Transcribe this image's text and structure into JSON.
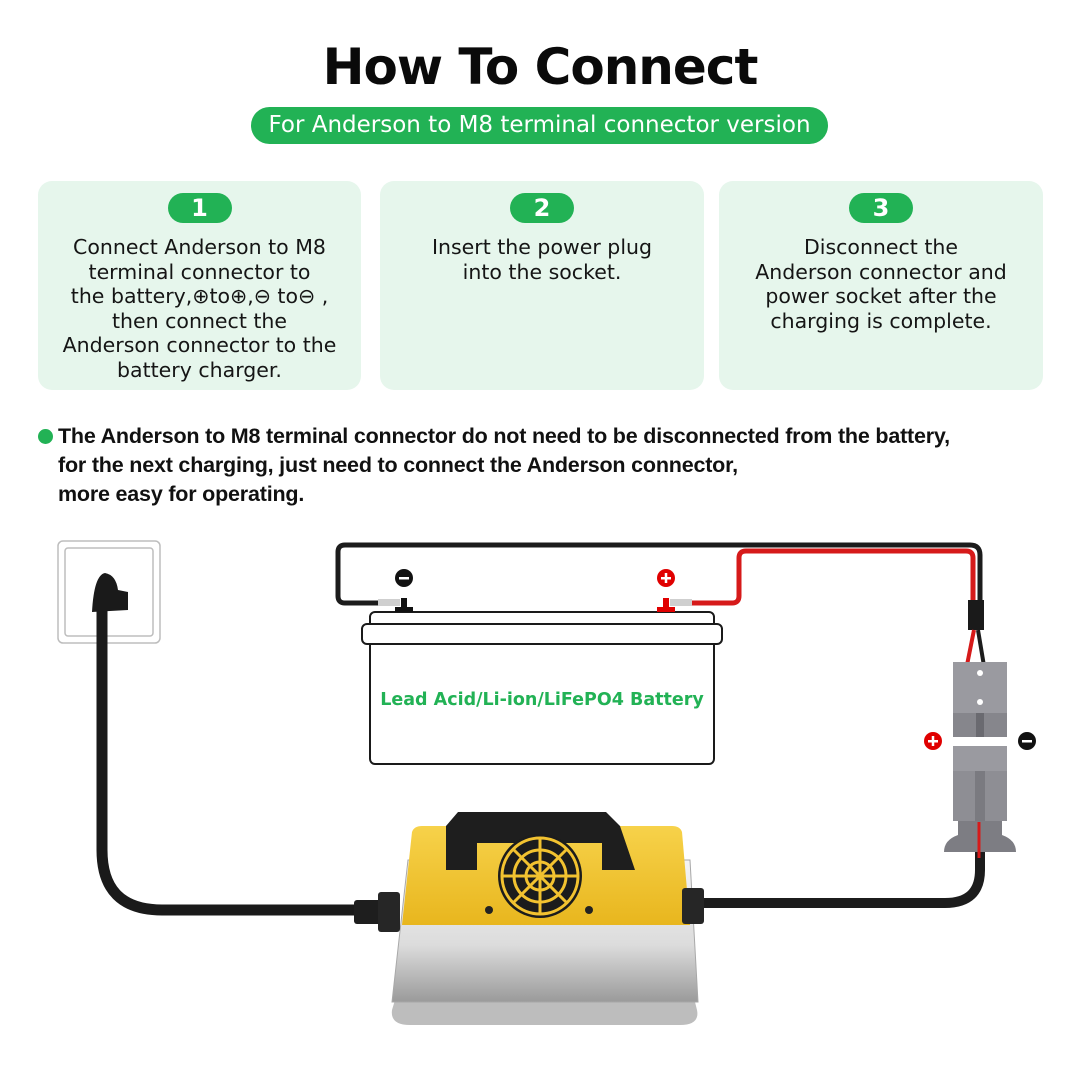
{
  "header": {
    "title": "How To Connect",
    "subtitle": "For Anderson to M8 terminal connector version"
  },
  "steps": [
    {
      "number": "1",
      "text": "Connect Anderson to M8\nterminal connector to\nthe battery,⊕to⊕,⊖ to⊖ ,\nthen connect the\nAnderson connector to the\nbattery charger."
    },
    {
      "number": "2",
      "text": "Insert the power plug\ninto the socket."
    },
    {
      "number": "3",
      "text": "Disconnect the\nAnderson connector and\npower socket after the\ncharging is complete."
    }
  ],
  "note": {
    "lines": [
      "The Anderson to M8 terminal connector do not need to be disconnected from the battery,",
      "for the next charging, just need to connect the Anderson connector,",
      "more easy for operating."
    ]
  },
  "diagram": {
    "battery_label": "Lead Acid/Li-ion/LiFePO4 Battery",
    "battery_negative_symbol": "minus-icon",
    "battery_positive_symbol": "plus-icon",
    "anderson_positive_symbol": "plus-icon",
    "anderson_negative_symbol": "minus-icon",
    "colors": {
      "accent_green": "#22b255",
      "card_bg": "#e6f6ec",
      "positive_red": "#e00000",
      "negative_black": "#111111",
      "charger_yellow": "#f2c230",
      "connector_gray": "#8e8e93"
    }
  }
}
